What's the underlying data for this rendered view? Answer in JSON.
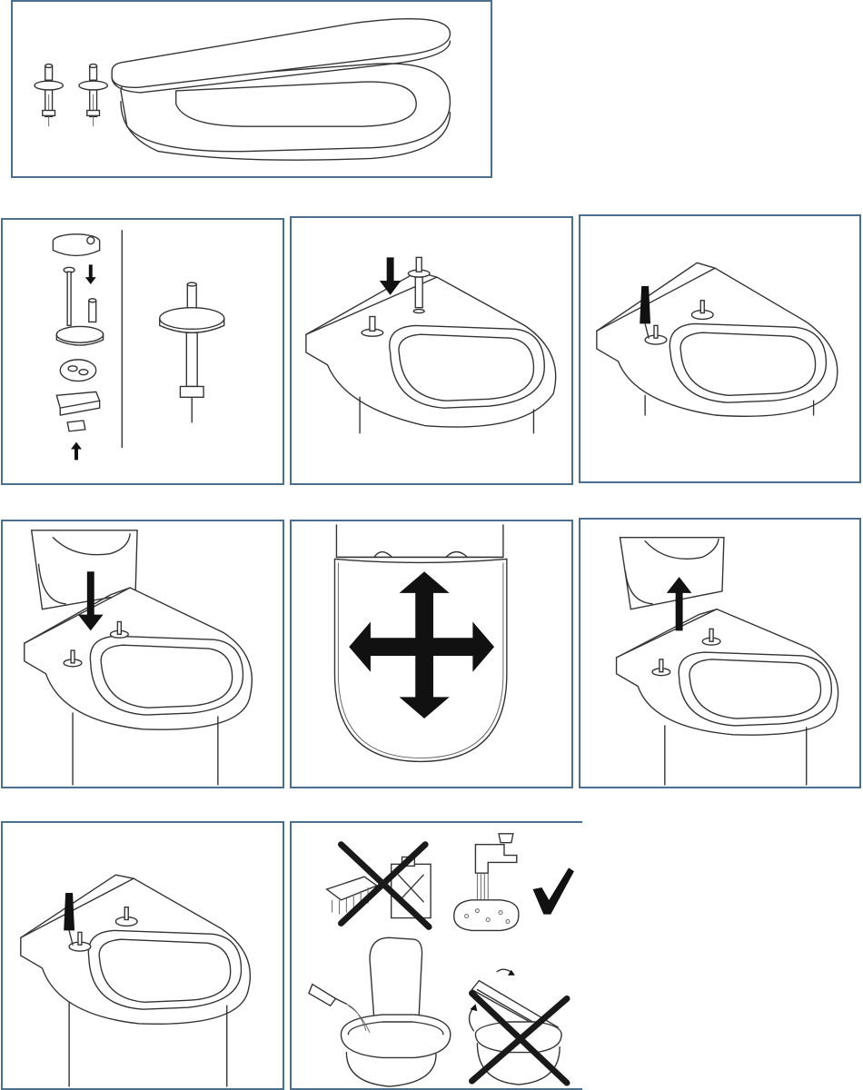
{
  "colors": {
    "panel_border": "#4a6f8f",
    "line": "#333333",
    "arrow": "#111111"
  },
  "panels": [
    {
      "id": "overview",
      "content": "seat-and-lid-with-two-fixing-posts"
    },
    {
      "id": "hinge-parts",
      "content": "exploded-hinge-assembly"
    },
    {
      "id": "insert-posts",
      "content": "insert-posts-into-holes",
      "arrow": "down"
    },
    {
      "id": "tighten",
      "content": "tighten-with-screwdriver"
    },
    {
      "id": "attach-seat",
      "content": "lower-seat-onto-posts",
      "arrow": "down"
    },
    {
      "id": "adjust",
      "content": "adjust-position",
      "arrow": "four-way"
    },
    {
      "id": "remove-seat",
      "content": "lift-seat-off-posts",
      "arrow": "up"
    },
    {
      "id": "retighten",
      "content": "retighten-with-screwdriver"
    },
    {
      "id": "care",
      "content": "cleaning-and-care",
      "marks": [
        "no-brush-and-chemicals",
        "water-and-sponge-ok",
        "no-slamming-lid"
      ]
    }
  ]
}
